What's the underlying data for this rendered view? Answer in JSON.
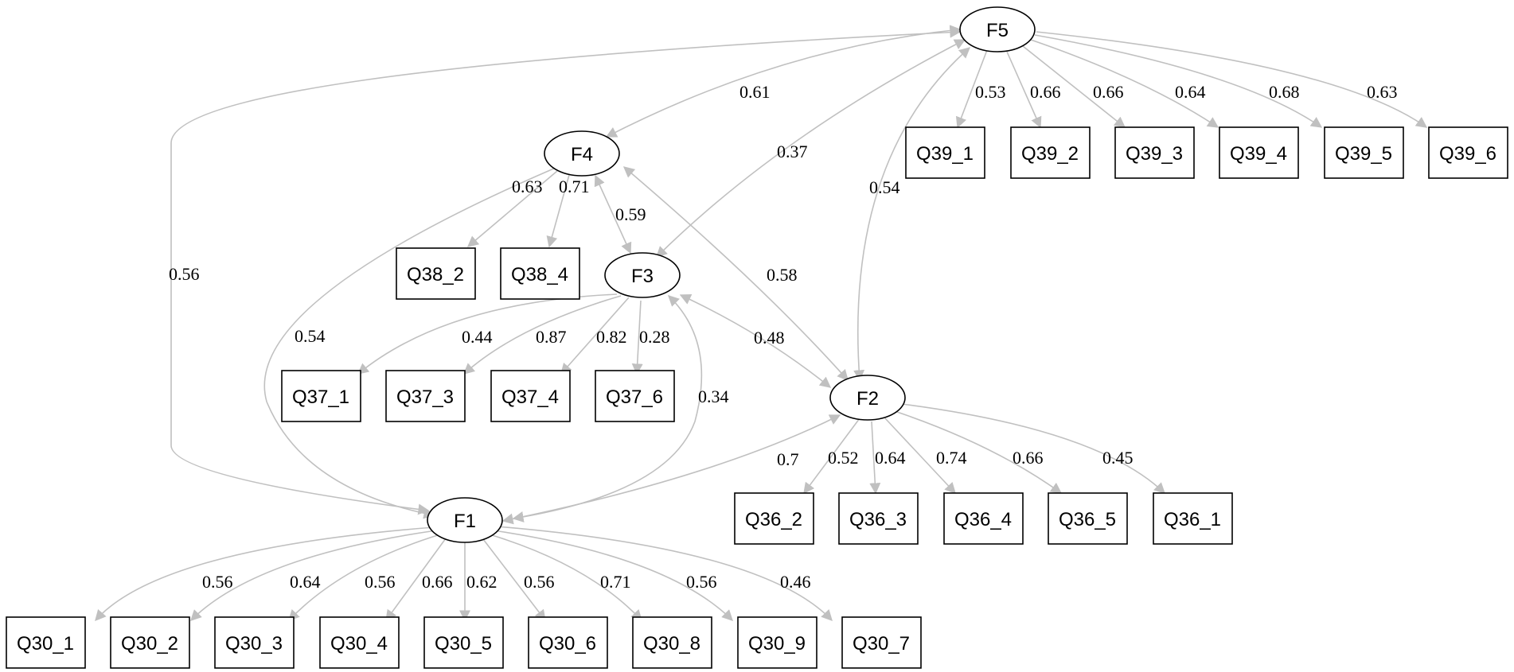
{
  "diagram": {
    "latent": {
      "F5": "F5",
      "F4": "F4",
      "F3": "F3",
      "F2": "F2",
      "F1": "F1"
    },
    "observed": {
      "Q39_1": "Q39_1",
      "Q39_2": "Q39_2",
      "Q39_3": "Q39_3",
      "Q39_4": "Q39_4",
      "Q39_5": "Q39_5",
      "Q39_6": "Q39_6",
      "Q38_2": "Q38_2",
      "Q38_4": "Q38_4",
      "Q37_1": "Q37_1",
      "Q37_3": "Q37_3",
      "Q37_4": "Q37_4",
      "Q37_6": "Q37_6",
      "Q36_2": "Q36_2",
      "Q36_3": "Q36_3",
      "Q36_4": "Q36_4",
      "Q36_5": "Q36_5",
      "Q36_1": "Q36_1",
      "Q30_1": "Q30_1",
      "Q30_2": "Q30_2",
      "Q30_3": "Q30_3",
      "Q30_4": "Q30_4",
      "Q30_5": "Q30_5",
      "Q30_6": "Q30_6",
      "Q30_8": "Q30_8",
      "Q30_9": "Q30_9",
      "Q30_7": "Q30_7"
    },
    "loadings": {
      "F5": {
        "Q39_1": "0.53",
        "Q39_2": "0.66",
        "Q39_3": "0.66",
        "Q39_4": "0.64",
        "Q39_5": "0.68",
        "Q39_6": "0.63"
      },
      "F4": {
        "Q38_2": "0.63",
        "Q38_4": "0.71"
      },
      "F3": {
        "Q37_1": "0.44",
        "Q37_3": "0.87",
        "Q37_4": "0.82",
        "Q37_6": "0.28"
      },
      "F2": {
        "Q36_2": "0.52",
        "Q36_3": "0.64",
        "Q36_4": "0.74",
        "Q36_5": "0.66",
        "Q36_1": "0.45"
      },
      "F1": {
        "Q30_1": "0.56",
        "Q30_2": "0.64",
        "Q30_3": "0.56",
        "Q30_4": "0.66",
        "Q30_5": "0.62",
        "Q30_6": "0.56",
        "Q30_8": "0.71",
        "Q30_9": "0.56",
        "Q30_7": "0.46"
      }
    },
    "covariances": {
      "F5_F4": "0.61",
      "F5_F3": "0.37",
      "F5_F2": "0.54",
      "F5_F1": "0.56",
      "F4_F3": "0.59",
      "F4_F2": "0.58",
      "F4_F1": "0.54",
      "F3_F2": "0.48",
      "F3_F1": "0.34",
      "F2_F1": "0.7"
    },
    "colors": {
      "edge": "#c0c0c0",
      "node_stroke": "#000000"
    }
  }
}
